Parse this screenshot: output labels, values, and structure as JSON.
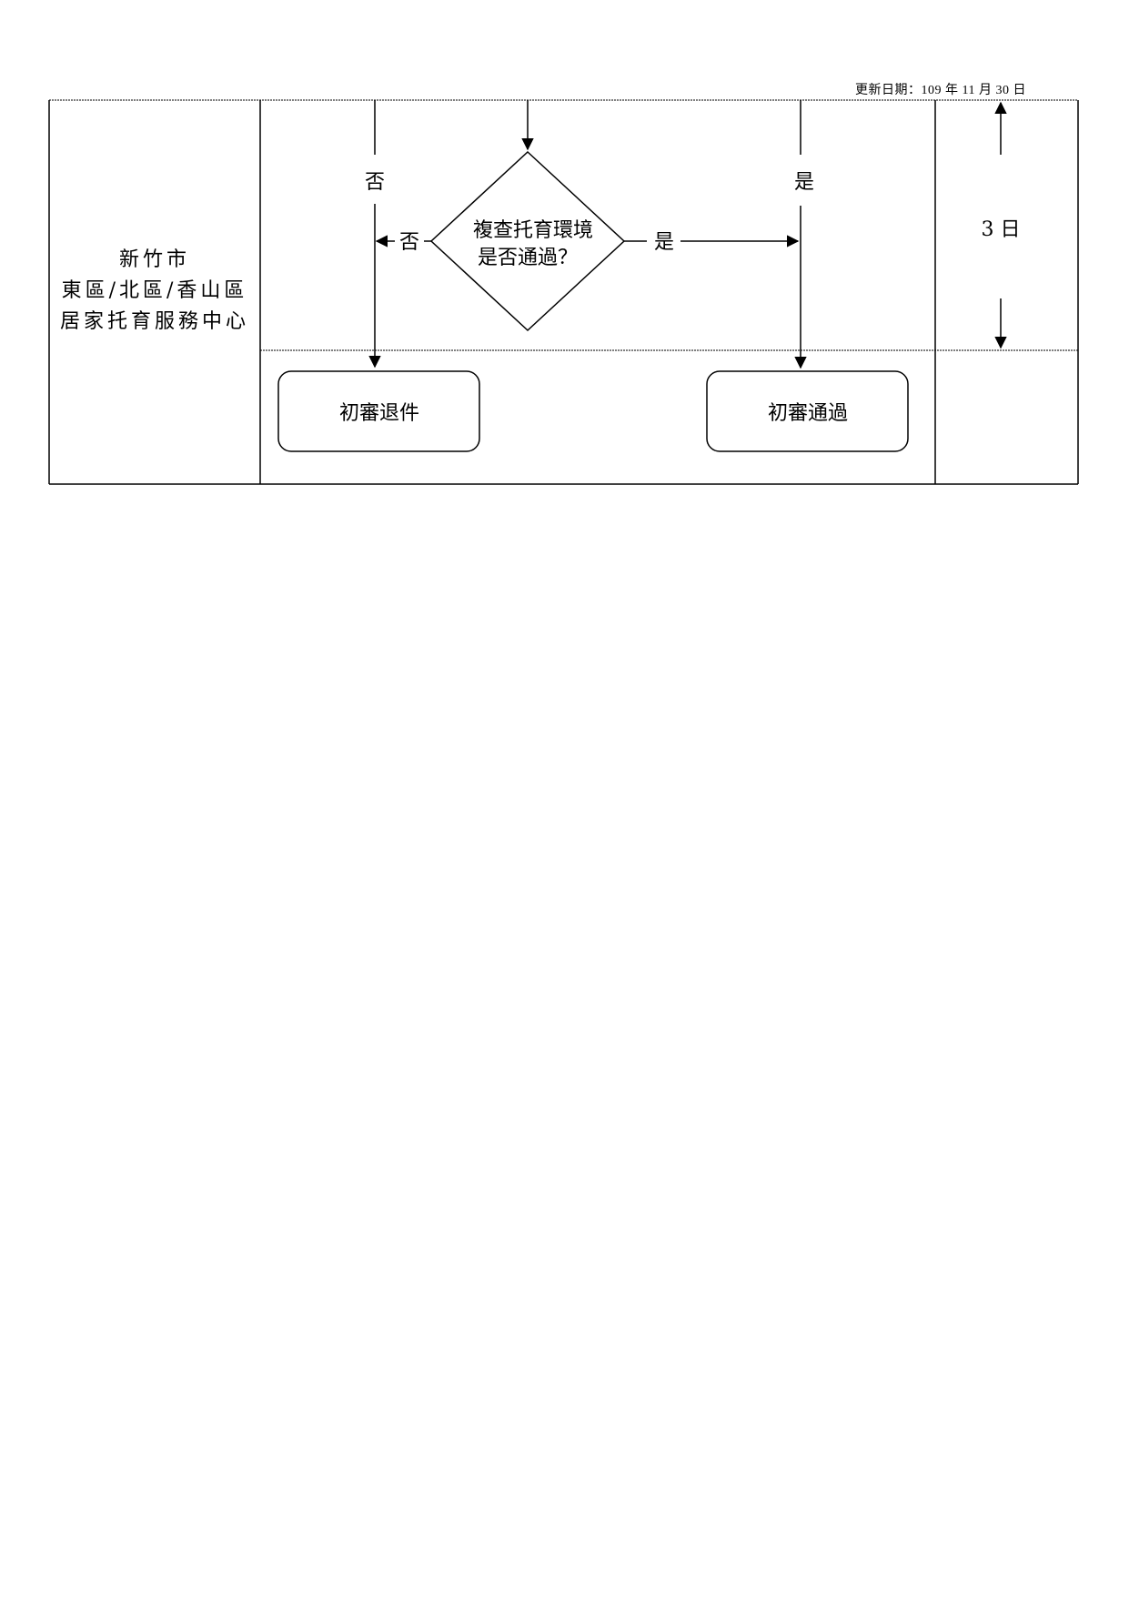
{
  "header": {
    "update_date": "更新日期：109 年 11 月 30 日"
  },
  "org": {
    "line1": "新竹市",
    "line2": "東區/北區/香山區",
    "line3": "居家托育服務中心"
  },
  "flow": {
    "decision_line1": "複查托育環境",
    "decision_line2": "是否通過？",
    "no_label": "否",
    "yes_label": "是",
    "no_label_side": "否",
    "yes_label_side": "是",
    "reject_box": "初審退件",
    "pass_box": "初審通過"
  },
  "timeline": {
    "duration": "3 日"
  }
}
